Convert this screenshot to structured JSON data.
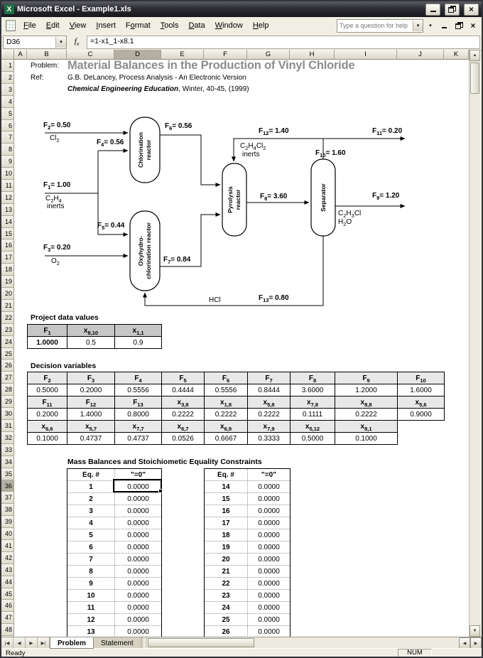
{
  "window": {
    "title": "Microsoft Excel - Example1.xls"
  },
  "icons": {
    "excel_logo": "X",
    "close": "×",
    "name_drop": "▾",
    "help_drop": "▾",
    "toolbar_options": "▾",
    "fx": "f~x~",
    "scroll_up": "▲",
    "scroll_down": "▼",
    "scroll_left": "◀",
    "scroll_right": "▶",
    "tab_first": "|◀",
    "tab_prev": "◀",
    "tab_next": "▶",
    "tab_last": "▶|"
  },
  "menu": {
    "items": [
      {
        "label": "File",
        "key": "F"
      },
      {
        "label": "Edit",
        "key": "E"
      },
      {
        "label": "View",
        "key": "V"
      },
      {
        "label": "Insert",
        "key": "I"
      },
      {
        "label": "Format",
        "key": "o"
      },
      {
        "label": "Tools",
        "key": "T"
      },
      {
        "label": "Data",
        "key": "D"
      },
      {
        "label": "Window",
        "key": "W"
      },
      {
        "label": "Help",
        "key": "H"
      }
    ],
    "help_placeholder": "Type a question for help"
  },
  "formula_bar": {
    "name_box": "D36",
    "formula": "=1-x1_1-x8.1"
  },
  "grid": {
    "columns": [
      "A",
      "B",
      "C",
      "D",
      "E",
      "F",
      "G",
      "H",
      "I",
      "J",
      "K"
    ],
    "selected_column": "D",
    "selected_row": 36,
    "row_count": 49
  },
  "doc": {
    "problem_label": "Problem:",
    "title": "Material Balances in the Production of Vinyl Chloride",
    "ref_label": "Ref:",
    "ref_text": "G.B. DeLancey, Process Analysis - An Electronic Version",
    "journal": "Chemical Engineering Education",
    "journal_rest": ", Winter, 40-45, (1999)"
  },
  "diagram": {
    "units": [
      {
        "line1": "Chlorination",
        "line2": "reactor"
      },
      {
        "line1": "Oxyhydro-",
        "line2": "chlorination reactor"
      },
      {
        "line1": "Pyrolysis",
        "line2": "reactor"
      },
      {
        "line1": "Separator",
        "line2": ""
      }
    ],
    "labels": {
      "f2": "F~2~= 0.50",
      "cl2": "Cl~2~",
      "f4": "F~4~= 0.56",
      "f1": "F~1~= 1.00",
      "c2h4": "C~2~H~4~",
      "inerts_a": "inerts",
      "f5": "F~5~= 0.44",
      "f3": "F~3~= 0.20",
      "o2": "O~2~",
      "f6": "F~6~= 0.56",
      "f7": "F~7~= 0.84",
      "f8": "F~8~= 3.60",
      "f12": "F~12~= 1.40",
      "c2h4cl2": "C~2~H~4~Cl~2~",
      "inerts_b": "inerts",
      "f11": "F~11~= 0.20",
      "f10": "F~10~= 1.60",
      "f9": "F~9~= 1.20",
      "c2h3cl": "C~2~H~3~Cl",
      "h2o": "H~2~O",
      "f13": "F~13~= 0.80",
      "hcl": "HCl"
    }
  },
  "project": {
    "heading": "Project data values",
    "headers": [
      "F~1~",
      "x~8,10~",
      "x~1,1~"
    ],
    "values": [
      "1.0000",
      "0.5",
      "0.9"
    ]
  },
  "decision": {
    "heading": "Decision variables",
    "row27": [
      "F~2~",
      "F~3~",
      "F~4~",
      "F~5~",
      "F~6~",
      "F~7~",
      "F~8~",
      "F~9~",
      "F~10~"
    ],
    "row28": [
      "0.5000",
      "0.2000",
      "0.5556",
      "0.4444",
      "0.5556",
      "0.8444",
      "3.6000",
      "1.2000",
      "1.6000"
    ],
    "row29": [
      "F~11~",
      "F~12~",
      "F~13~",
      "x~3,8~",
      "x~1,8~",
      "x~5,8~",
      "x~7,8~",
      "x~8,8~",
      "x~5,6~"
    ],
    "row30": [
      "0.2000",
      "1.4000",
      "0.8000",
      "0.2222",
      "0.2222",
      "0.2222",
      "0.1111",
      "0.2222",
      "0.9000"
    ],
    "row31": [
      "x~6,6~",
      "x~5,7~",
      "x~7,7~",
      "x~6,7~",
      "x~6,9~",
      "x~7,9~",
      "x~5,12~",
      "x~8,1~"
    ],
    "row32": [
      "0.1000",
      "0.4737",
      "0.4737",
      "0.0526",
      "0.6667",
      "0.3333",
      "0.5000",
      "0.1000"
    ]
  },
  "mass": {
    "heading": "Mass Balances and Stoichiometic Equality Constraints",
    "col_eq": "Eq. #",
    "col_val": "\"=0\"",
    "table1": [
      {
        "eq": "1",
        "val": "0.0000"
      },
      {
        "eq": "2",
        "val": "0.0000"
      },
      {
        "eq": "3",
        "val": "0.0000"
      },
      {
        "eq": "4",
        "val": "0.0000"
      },
      {
        "eq": "5",
        "val": "0.0000"
      },
      {
        "eq": "6",
        "val": "0.0000"
      },
      {
        "eq": "7",
        "val": "0.0000"
      },
      {
        "eq": "8",
        "val": "0.0000"
      },
      {
        "eq": "9",
        "val": "0.0000"
      },
      {
        "eq": "10",
        "val": "0.0000"
      },
      {
        "eq": "11",
        "val": "0.0000"
      },
      {
        "eq": "12",
        "val": "0.0000"
      },
      {
        "eq": "13",
        "val": "0.0000"
      }
    ],
    "table2": [
      {
        "eq": "14",
        "val": "0.0000"
      },
      {
        "eq": "15",
        "val": "0.0000"
      },
      {
        "eq": "16",
        "val": "0.0000"
      },
      {
        "eq": "17",
        "val": "0.0000"
      },
      {
        "eq": "18",
        "val": "0.0000"
      },
      {
        "eq": "19",
        "val": "0.0000"
      },
      {
        "eq": "20",
        "val": "0.0000"
      },
      {
        "eq": "21",
        "val": "0.0000"
      },
      {
        "eq": "22",
        "val": "0.0000"
      },
      {
        "eq": "23",
        "val": "0.0000"
      },
      {
        "eq": "24",
        "val": "0.0000"
      },
      {
        "eq": "25",
        "val": "0.0000"
      },
      {
        "eq": "26",
        "val": "0.0000"
      }
    ]
  },
  "tabs": {
    "sheets": [
      {
        "label": "Problem",
        "active": true
      },
      {
        "label": "Statement",
        "active": false
      }
    ]
  },
  "status": {
    "ready": "Ready",
    "num": "NUM"
  }
}
